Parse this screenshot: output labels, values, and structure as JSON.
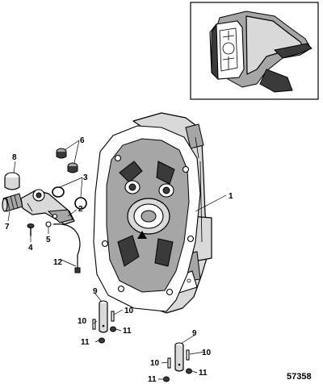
{
  "diagram": {
    "callouts": {
      "c1": "1",
      "c2": "2",
      "c3": "3",
      "c4": "4",
      "c5": "5",
      "c6": "6",
      "c7": "7",
      "c8": "8",
      "c9a": "9",
      "c9b": "9",
      "c10a": "10",
      "c10b": "10",
      "c10c": "10",
      "c10d": "10",
      "c11a": "11",
      "c11b": "11",
      "c11c": "11",
      "c11d": "11",
      "c12": "12"
    },
    "diagram_id": "57358"
  }
}
